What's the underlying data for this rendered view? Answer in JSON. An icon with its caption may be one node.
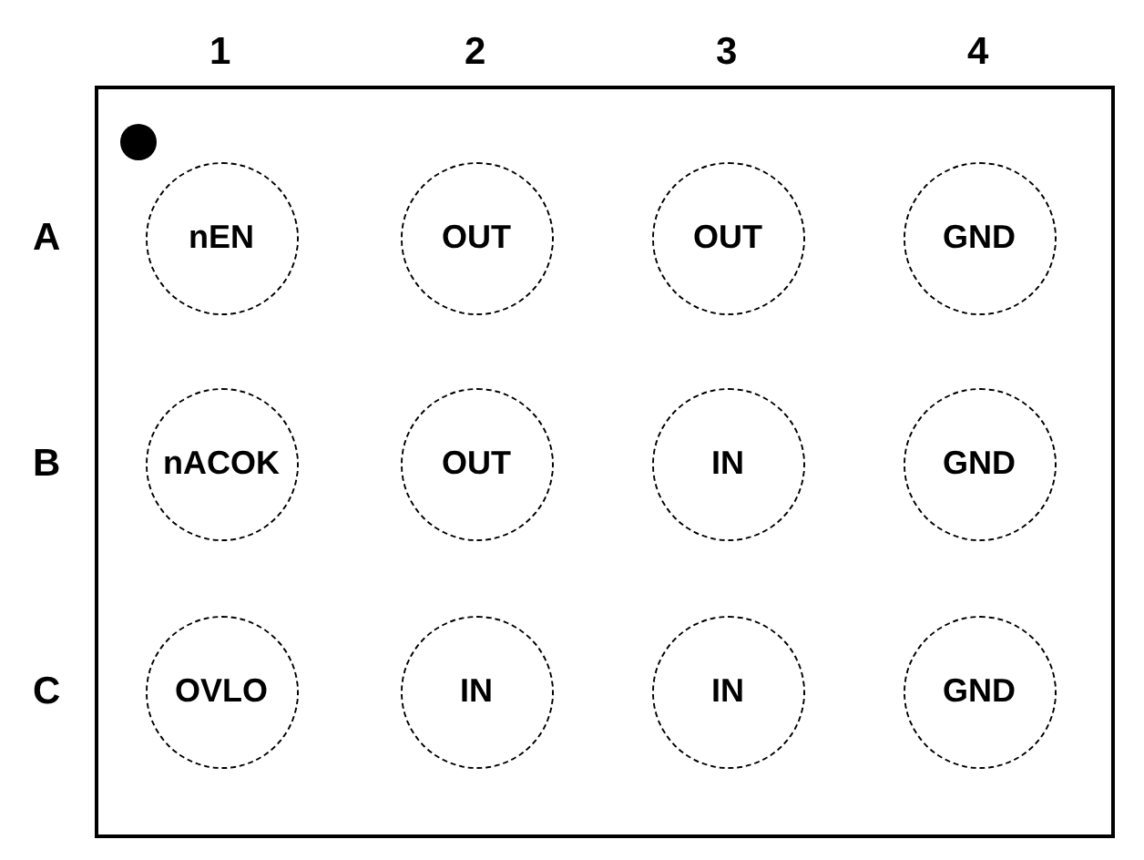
{
  "diagram": {
    "nodes": [
      {
        "text": [],
        "shape": "box"
      },
      {
        "text": [
          "nEN"
        ],
        "in": 0
      },
      {
        "text": [
          "OUT"
        ],
        "in": 0
      },
      {
        "text": [
          "OUT"
        ],
        "in": 0
      },
      {
        "text": [
          "GND"
        ],
        "in": 0
      },
      {
        "text": [
          "nACOK"
        ],
        "in": 0
      },
      {
        "text": [
          "OUT"
        ],
        "in": 0
      },
      {
        "text": [
          "IN"
        ],
        "in": 0
      },
      {
        "text": [
          "GND"
        ],
        "in": 0
      },
      {
        "text": [
          "OVLO"
        ],
        "in": 0
      },
      {
        "text": [
          "IN"
        ],
        "in": 0
      },
      {
        "text": [
          "IN"
        ],
        "in": 0
      },
      {
        "text": [
          "GND"
        ],
        "in": 0
      }
    ],
    "edges": [],
    "labels": [
      "1",
      "2",
      "3",
      "4",
      "A",
      "B",
      "C"
    ]
  }
}
